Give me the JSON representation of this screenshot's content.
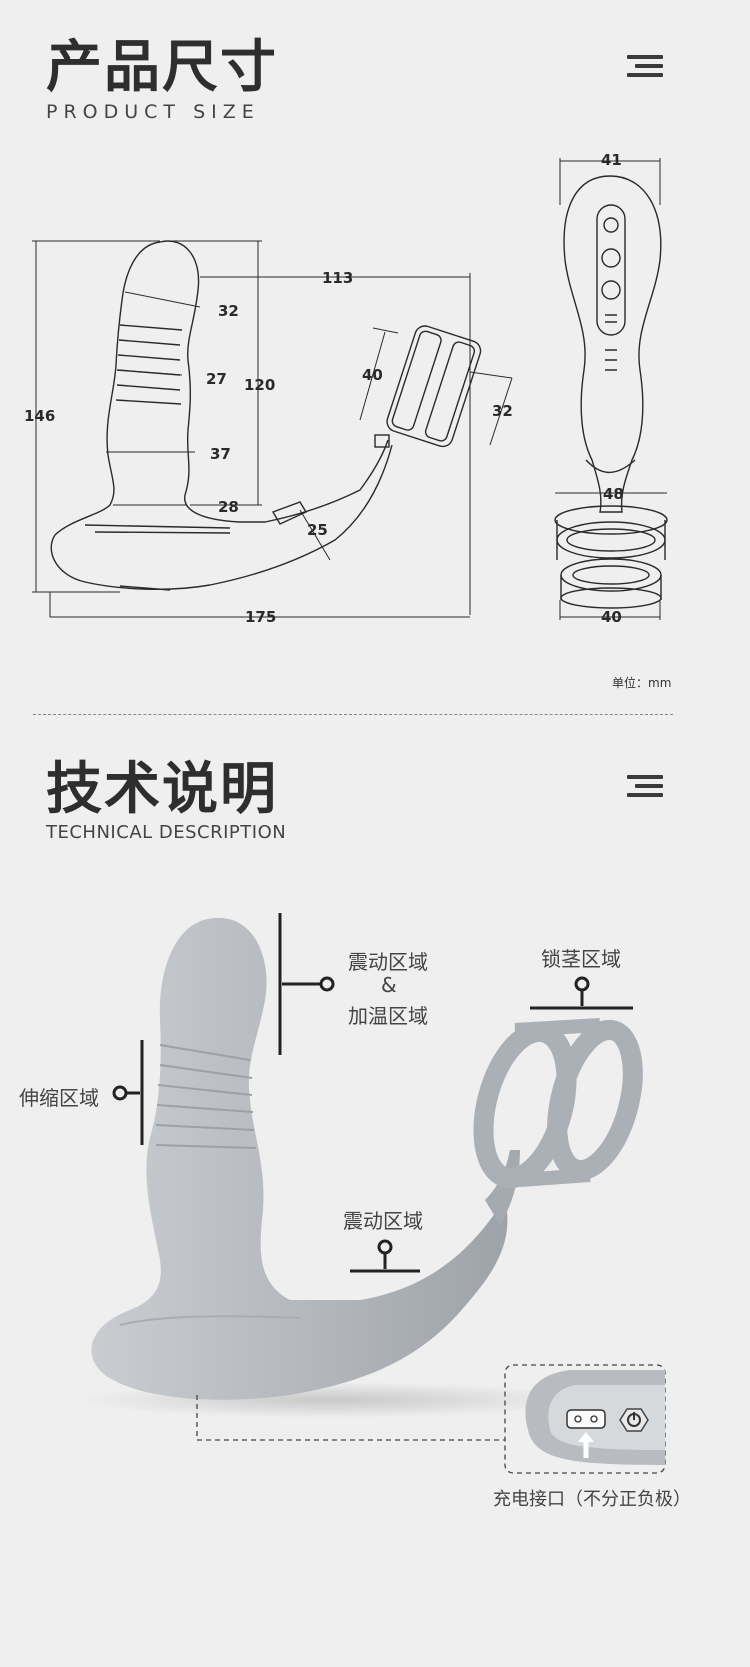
{
  "section1": {
    "title_cn": "产品尺寸",
    "title_en": "PRODUCT SIZE",
    "unit": "单位：mm",
    "dims": {
      "d146": "146",
      "d120": "120",
      "d113": "113",
      "d32a": "32",
      "d27": "27",
      "d37": "37",
      "d28": "28",
      "d25": "25",
      "d175": "175",
      "d40a": "40",
      "d32b": "32",
      "d41": "41",
      "d48": "48",
      "d40b": "40"
    }
  },
  "section2": {
    "title_cn": "技术说明",
    "title_en": "TECHNICAL DESCRIPTION",
    "labels": {
      "vibe_heat_1": "震动区域",
      "amp": "&",
      "vibe_heat_2": "加温区域",
      "lock": "锁茎区域",
      "telescopic": "伸缩区域",
      "vibe": "震动区域",
      "charge": "充电接口（不分正负极）"
    }
  },
  "icons": {
    "menu": "menu-icon",
    "power": "power-icon",
    "arrow": "arrow-up-icon"
  },
  "colors": {
    "background": "#efefef",
    "product": "#b8bcc1",
    "text": "#2e2e2e"
  }
}
